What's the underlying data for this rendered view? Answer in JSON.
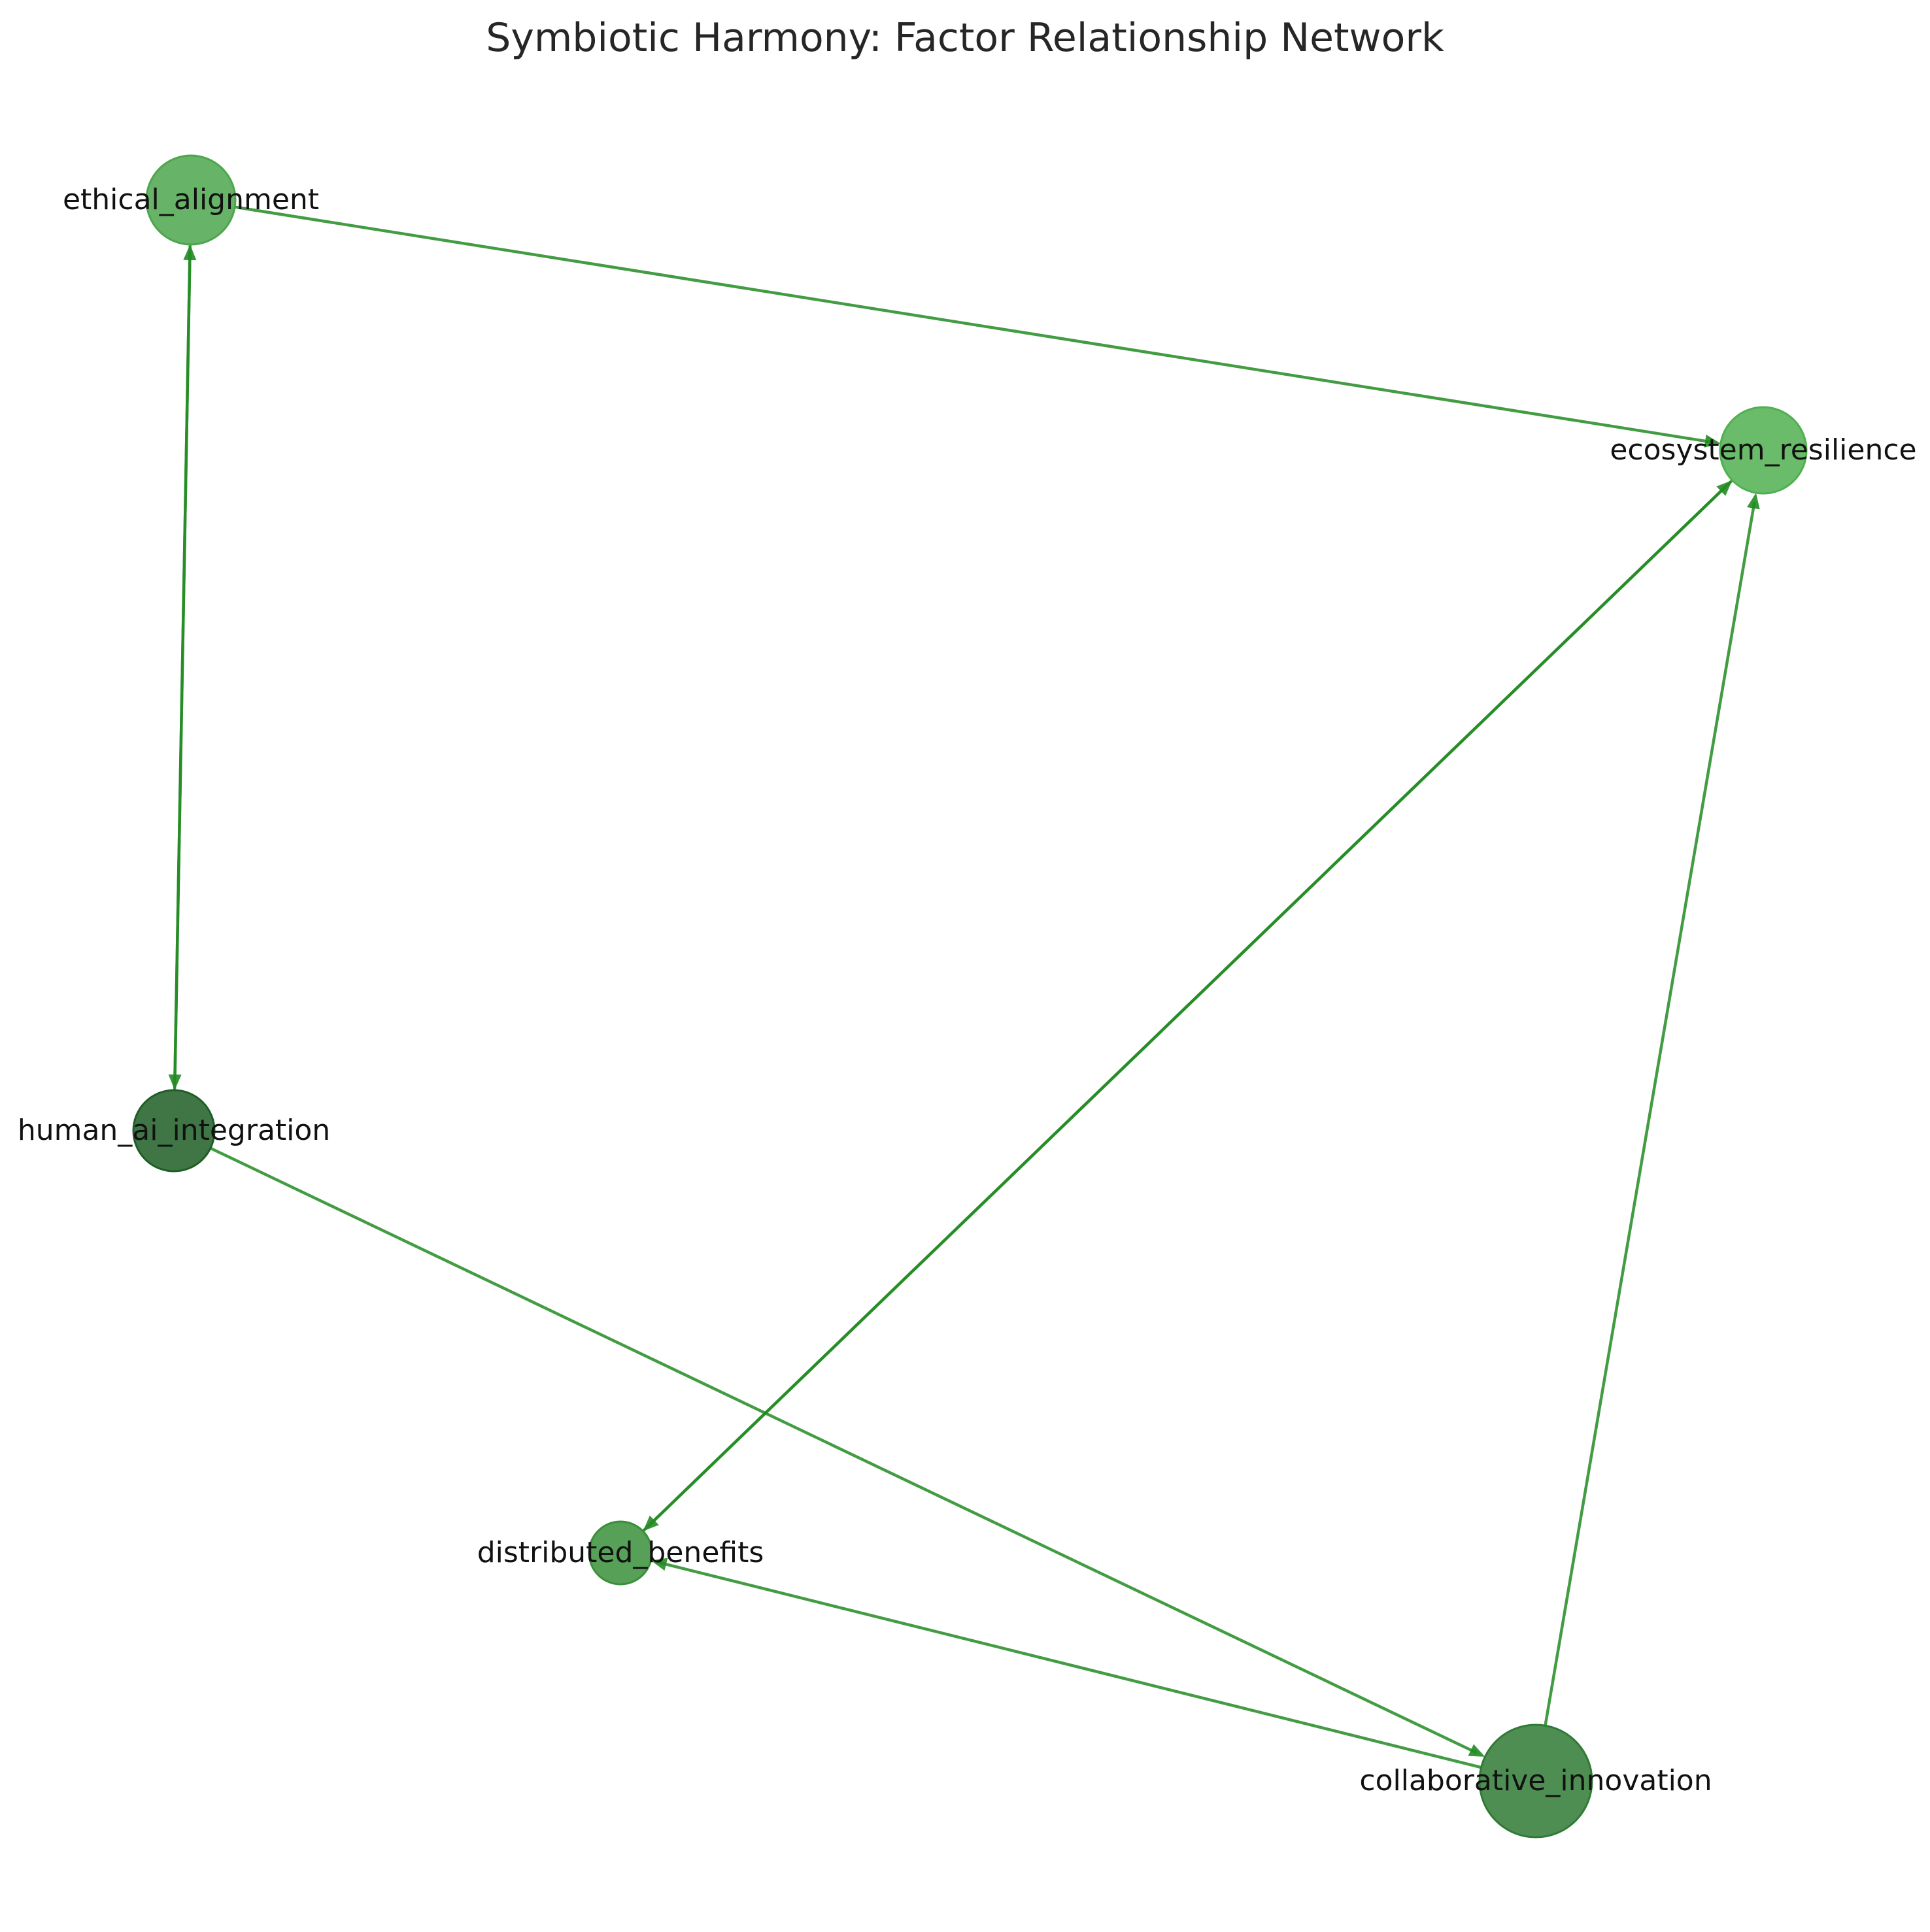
{
  "title": "Symbiotic Harmony: Factor Relationship Network",
  "colors": {
    "edge": "#228b22",
    "node_ethical_alignment": "#4ca64c",
    "node_ecosystem_resilience": "#50b050",
    "node_human_ai_integration": "#1e5e26",
    "node_distributed_benefits": "#3a8f3a",
    "node_collaborative_innovation": "#2f7a35"
  },
  "nodes": [
    {
      "id": "ethical_alignment",
      "label": "ethical_alignment"
    },
    {
      "id": "ecosystem_resilience",
      "label": "ecosystem_resilience"
    },
    {
      "id": "human_ai_integration",
      "label": "human_ai_integration"
    },
    {
      "id": "distributed_benefits",
      "label": "distributed_benefits"
    },
    {
      "id": "collaborative_innovation",
      "label": "collaborative_innovation"
    }
  ],
  "edges": [
    {
      "source": "ethical_alignment",
      "target": "ecosystem_resilience"
    },
    {
      "source": "human_ai_integration",
      "target": "ethical_alignment"
    },
    {
      "source": "ethical_alignment",
      "target": "human_ai_integration"
    },
    {
      "source": "distributed_benefits",
      "target": "ecosystem_resilience"
    },
    {
      "source": "ecosystem_resilience",
      "target": "distributed_benefits"
    },
    {
      "source": "collaborative_innovation",
      "target": "ecosystem_resilience"
    },
    {
      "source": "human_ai_integration",
      "target": "collaborative_innovation"
    },
    {
      "source": "collaborative_innovation",
      "target": "distributed_benefits"
    }
  ]
}
